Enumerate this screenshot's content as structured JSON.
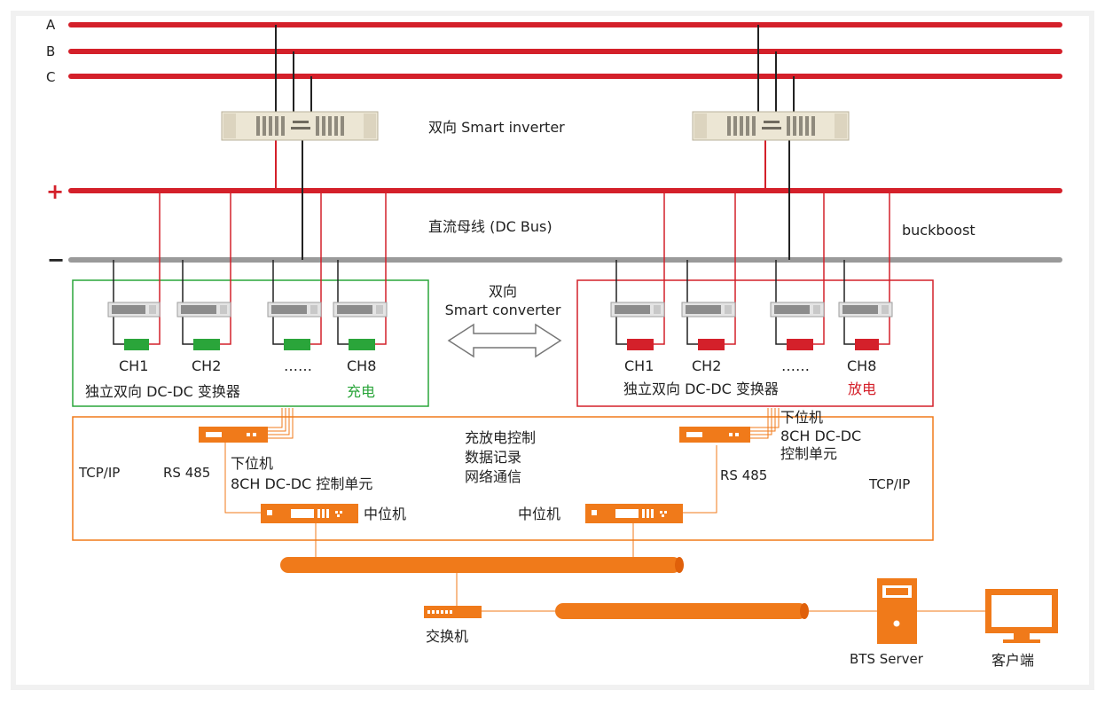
{
  "phase_labels": [
    "A",
    "B",
    "C"
  ],
  "polarity": {
    "plus": "+",
    "minus": "−"
  },
  "inverter_label": "双向 Smart inverter",
  "dc_bus_label": "直流母线 (DC Bus)",
  "buckboost_label": "buckboost",
  "converter_label_line1": "双向",
  "converter_label_line2": "Smart converter",
  "left_group": {
    "channels": [
      "CH1",
      "CH2",
      "……",
      "CH8"
    ],
    "caption": "独立双向 DC-DC 变换器",
    "mode": "充电"
  },
  "right_group": {
    "channels": [
      "CH1",
      "CH2",
      "……",
      "CH8"
    ],
    "caption": "独立双向 DC-DC 变换器",
    "mode": "放电"
  },
  "control_center": {
    "line1": "充放电控制",
    "line2": "数据记录",
    "line3": "网络通信"
  },
  "left_controller": {
    "title": "下位机",
    "subtitle": "8CH DC-DC 控制单元"
  },
  "right_controller": {
    "title": "下位机",
    "line2": "8CH  DC-DC",
    "line3": "控制单元"
  },
  "protocol": {
    "tcpip_left": "TCP/IP",
    "tcpip_right": "TCP/IP",
    "rs485_left": "RS 485",
    "rs485_right": "RS 485"
  },
  "mid_unit_label": "中位机",
  "switch_label": "交换机",
  "server_label": "BTS Server",
  "client_label": "客户端",
  "colors": {
    "red": "#d4202a",
    "bus_gray": "#9a9a9a",
    "charge_green": "#2aa53a",
    "discharge_red": "#d4202a",
    "orange": "#f07a1a",
    "frame_bg": "#f1f1f1"
  }
}
